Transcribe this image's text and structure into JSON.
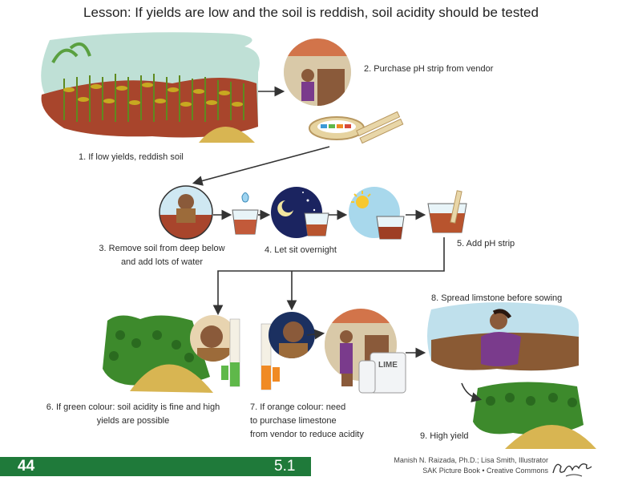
{
  "title": "Lesson: If yields are low and the soil is reddish, soil acidity should be tested",
  "steps": {
    "s1": "1. If low yields, reddish soil",
    "s2": "2. Purchase pH strip from vendor",
    "s3_line1": "3. Remove soil from deep below",
    "s3_line2": "and add lots of water",
    "s4": "4. Let sit overnight",
    "s5": "5. Add pH strip",
    "s6_line1": "6. If green colour: soil acidity is fine and high",
    "s6_line2": "yields are possible",
    "s7_line1": "7. If orange colour: need",
    "s7_line2": "to purchase limestone",
    "s7_line3": "from vendor to reduce acidity",
    "s8": "8. Spread limstone before sowing",
    "s9": "9. High yield"
  },
  "bag_label": "LIME",
  "footer": {
    "page_number": "44",
    "section_number": "5.1",
    "credit_line1": "Manish N. Raizada, Ph.D.; Lisa Smith, Illustrator",
    "credit_line2": "SAK Picture Book • Creative Commons"
  },
  "colors": {
    "footer_green": "#1f7a3a",
    "soil_red": "#a8452c",
    "crop_green": "#3d8a2c",
    "grain_yellow": "#d8b552",
    "strip_green": "#5fb84a",
    "strip_orange": "#f08a24",
    "sky_blue": "#a8d8ec",
    "night_blue": "#1b2460"
  }
}
